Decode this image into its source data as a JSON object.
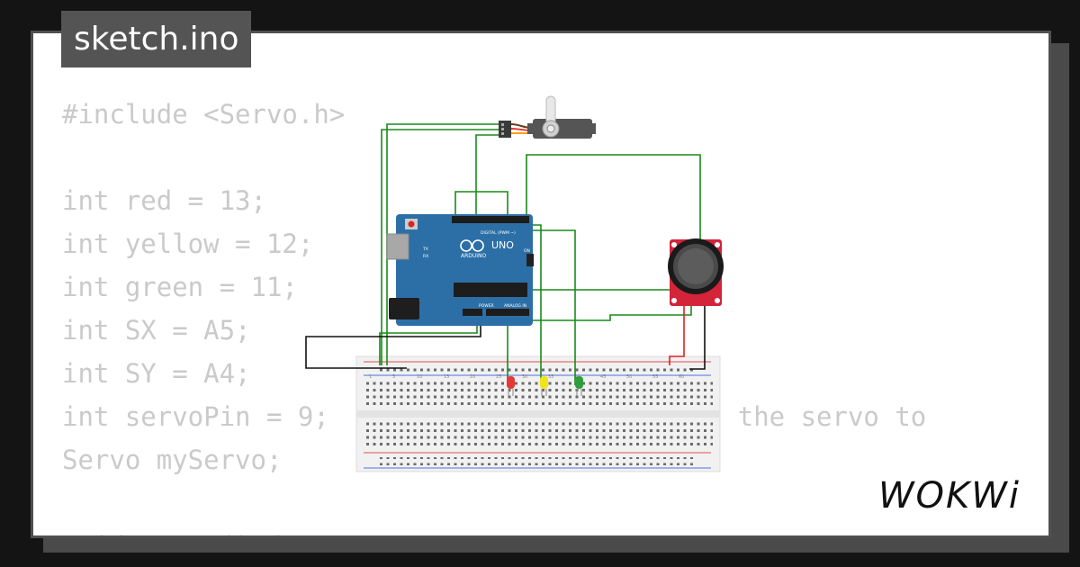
{
  "filename": "sketch.ino",
  "brand": "WOKWi",
  "code_lines": [
    "#include <Servo.h>",
    "",
    "int red = 13;",
    "int yellow = 12;",
    "int green = 11;",
    "int SX = A5;",
    "int SY = A4;",
    "int servoPin = 9;                    nnect the servo to",
    "Servo myServo;",
    "",
    "void setup() {"
  ],
  "board": {
    "model": "UNO",
    "maker": "ARDUINO",
    "digital_label": "DIGITAL (PWM ~)",
    "power_label": "POWER",
    "analog_label": "ANALOG IN",
    "on_label": "ON",
    "tx_label": "TX",
    "rx_label": "RX"
  },
  "breadboard": {
    "column_numbers": [
      "1",
      "5",
      "10",
      "15",
      "20",
      "25",
      "30",
      "35",
      "40",
      "45",
      "50",
      "55",
      "60"
    ]
  },
  "colors": {
    "wire": "#1a8a1a",
    "wire_power": "#e02020",
    "wire_ground": "#111111",
    "board": "#2c6fa6",
    "led_red": "#e53935",
    "led_yellow": "#f3e319",
    "led_green": "#2e9e3e",
    "joystick": "#d3243a"
  }
}
